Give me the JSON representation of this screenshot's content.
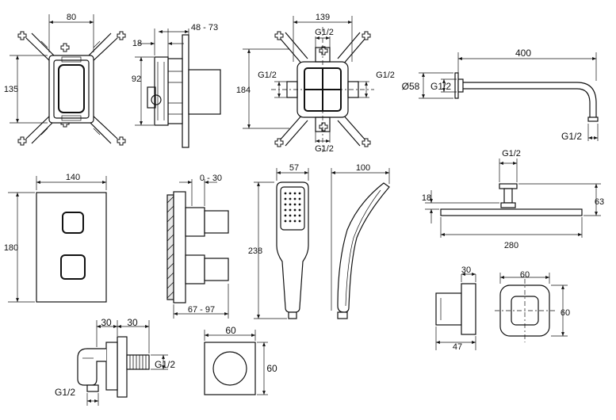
{
  "views": {
    "valve_front": {
      "w": "80",
      "h": "135"
    },
    "valve_side": {
      "depth": "48 - 73",
      "offset": "18",
      "h": "92"
    },
    "valve_ports": {
      "w": "139",
      "h": "184",
      "top": "G1/2",
      "bottom": "G1/2",
      "left": "G1/2",
      "right": "G1/2"
    },
    "shower_arm": {
      "length": "400",
      "dia": "Ø58",
      "thread_a": "G1/2",
      "thread_b": "G1/2"
    },
    "cover_plate": {
      "w": "140",
      "h": "180"
    },
    "cover_side": {
      "proj": "0 - 30",
      "depth": "67 - 97"
    },
    "hand_shower": {
      "w": "57",
      "h": "238"
    },
    "hand_shower_side": {
      "w": "100"
    },
    "overhead": {
      "thread": "G1/2",
      "h1": "18",
      "h2": "63",
      "w": "280"
    },
    "wall_elbow_side": {
      "a": "30",
      "b": "47"
    },
    "wall_elbow_front": {
      "w": "60",
      "h": "60"
    },
    "holder": {
      "a": "30",
      "b": "30",
      "thread_out": "G1/2",
      "thread_in": "G1/2"
    },
    "holder_plate": {
      "w": "60",
      "h": "60"
    }
  }
}
